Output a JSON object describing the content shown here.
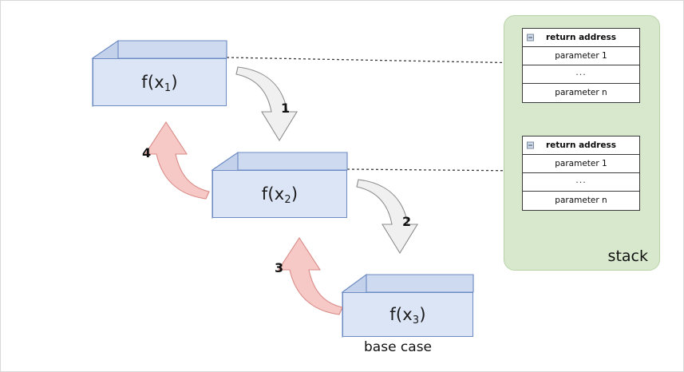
{
  "diagram": {
    "title": "recursion-call-stack-diagram",
    "colors": {
      "box_front": "#dbe5f6",
      "box_side": "#c3d2ea",
      "box_top": "#cedaef",
      "box_border": "#6e8cc4",
      "stack_bg": "#d7e8cd",
      "stack_border": "#b9d3a8",
      "grey_arrow_fill": "#f0f0f0",
      "grey_arrow_border": "#8c8c8c",
      "red_arrow_fill": "#f6c9c6",
      "red_arrow_border": "#d98b87",
      "frame_border": "#3a3a3a",
      "dashed_line": "#3a3a3a"
    },
    "boxes": [
      {
        "id": "box-fx1",
        "label": "f(x",
        "sub": "1",
        "suffix": ")"
      },
      {
        "id": "box-fx2",
        "label": "f(x",
        "sub": "2",
        "suffix": ")"
      },
      {
        "id": "box-fx3",
        "label": "f(x",
        "sub": "3",
        "suffix": ")"
      }
    ],
    "arrows": [
      {
        "id": "arrow-1",
        "number": "1",
        "direction": "down",
        "color": "grey"
      },
      {
        "id": "arrow-2",
        "number": "2",
        "direction": "down",
        "color": "grey"
      },
      {
        "id": "arrow-3",
        "number": "3",
        "direction": "up",
        "color": "red"
      },
      {
        "id": "arrow-4",
        "number": "4",
        "direction": "up",
        "color": "red"
      }
    ],
    "stack": {
      "label": "stack",
      "frames": [
        {
          "id": "stack-frame-1",
          "rows": [
            {
              "text": "return address",
              "head": true,
              "collapsible": true
            },
            {
              "text": "parameter 1",
              "head": false,
              "collapsible": false
            },
            {
              "text": "...",
              "head": false,
              "collapsible": false
            },
            {
              "text": "parameter n",
              "head": false,
              "collapsible": false
            }
          ]
        },
        {
          "id": "stack-frame-2",
          "rows": [
            {
              "text": "return address",
              "head": true,
              "collapsible": true
            },
            {
              "text": "parameter 1",
              "head": false,
              "collapsible": false
            },
            {
              "text": "...",
              "head": false,
              "collapsible": false
            },
            {
              "text": "parameter n",
              "head": false,
              "collapsible": false
            }
          ]
        }
      ]
    },
    "caption": {
      "base_case": "base case"
    }
  }
}
